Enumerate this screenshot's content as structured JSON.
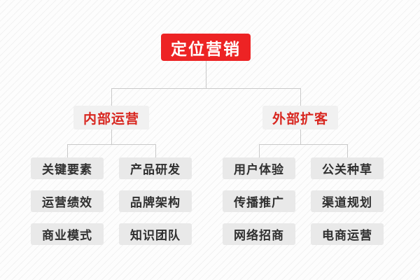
{
  "diagram": {
    "type": "org-chart",
    "title": "定位营销",
    "colors": {
      "root_bg": "#ed2324",
      "root_text": "#ffffff",
      "branch_bg": "#f1f1f1",
      "branch_text": "#d8261f",
      "leaf_bg": "#e9e9e9",
      "leaf_text": "#2f2f2f",
      "connector": "#c9c9c9",
      "background": "#fdfdfd"
    },
    "root": {
      "label": "定位营销"
    },
    "branches": [
      {
        "label": "内部运营",
        "leaves": [
          {
            "label": "关键要素"
          },
          {
            "label": "产品研发"
          },
          {
            "label": "运营绩效"
          },
          {
            "label": "品牌架构"
          },
          {
            "label": "商业模式"
          },
          {
            "label": "知识团队"
          }
        ]
      },
      {
        "label": "外部扩客",
        "leaves": [
          {
            "label": "用户体验"
          },
          {
            "label": "公关种草"
          },
          {
            "label": "传播推广"
          },
          {
            "label": "渠道规划"
          },
          {
            "label": "网络招商"
          },
          {
            "label": "电商运营"
          }
        ]
      }
    ]
  }
}
